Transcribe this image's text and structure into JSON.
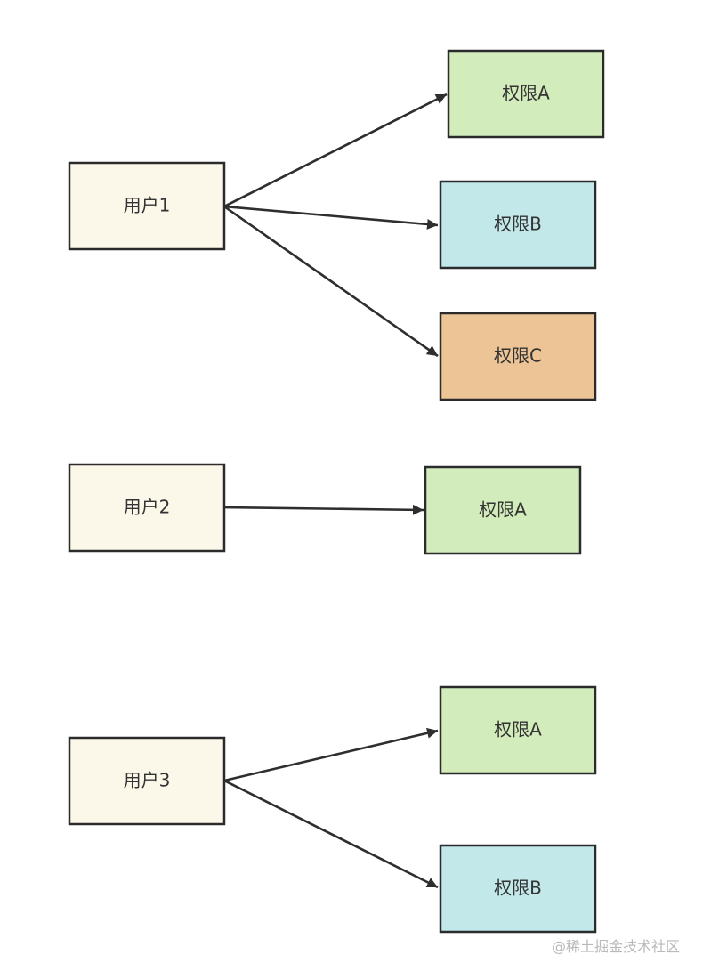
{
  "colors": {
    "user_fill": "#fcf8e9",
    "perm_a_fill": "#d3ecbc",
    "perm_b_fill": "#c3e8ea",
    "perm_c_fill": "#ecc496",
    "stroke": "#2b2b2b"
  },
  "groups": [
    {
      "user": {
        "label": "用户1"
      },
      "permissions": [
        {
          "label": "权限A",
          "color_key": "perm_a_fill"
        },
        {
          "label": "权限B",
          "color_key": "perm_b_fill"
        },
        {
          "label": "权限C",
          "color_key": "perm_c_fill"
        }
      ]
    },
    {
      "user": {
        "label": "用户2"
      },
      "permissions": [
        {
          "label": "权限A",
          "color_key": "perm_a_fill"
        }
      ]
    },
    {
      "user": {
        "label": "用户3"
      },
      "permissions": [
        {
          "label": "权限A",
          "color_key": "perm_a_fill"
        },
        {
          "label": "权限B",
          "color_key": "perm_b_fill"
        }
      ]
    }
  ],
  "watermark": "@稀土掘金技术社区"
}
